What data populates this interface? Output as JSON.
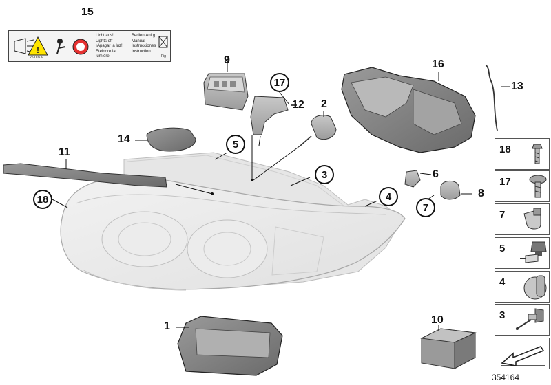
{
  "label_15": {
    "col1": [
      "Licht aus!",
      "Lights off",
      "¡Apagar la luz!",
      "Eteindre la lumière!"
    ],
    "col2": [
      "Bedien.Anltg.",
      "Manual",
      "Instrucciones",
      "Instruction"
    ],
    "code": "25 005 V",
    "fig": "Fig"
  },
  "callouts": {
    "c1": "1",
    "c2": "2",
    "c3": "3",
    "c4": "4",
    "c5": "5",
    "c6": "6",
    "c7": "7",
    "c8": "8",
    "c9": "9",
    "c10": "10",
    "c11": "11",
    "c12": "12",
    "c13": "13",
    "c14": "14",
    "c15": "15",
    "c16": "16",
    "c17": "17",
    "c18": "18"
  },
  "legend": [
    "18",
    "17",
    "7",
    "5",
    "4",
    "3"
  ],
  "reference_number": "354164"
}
